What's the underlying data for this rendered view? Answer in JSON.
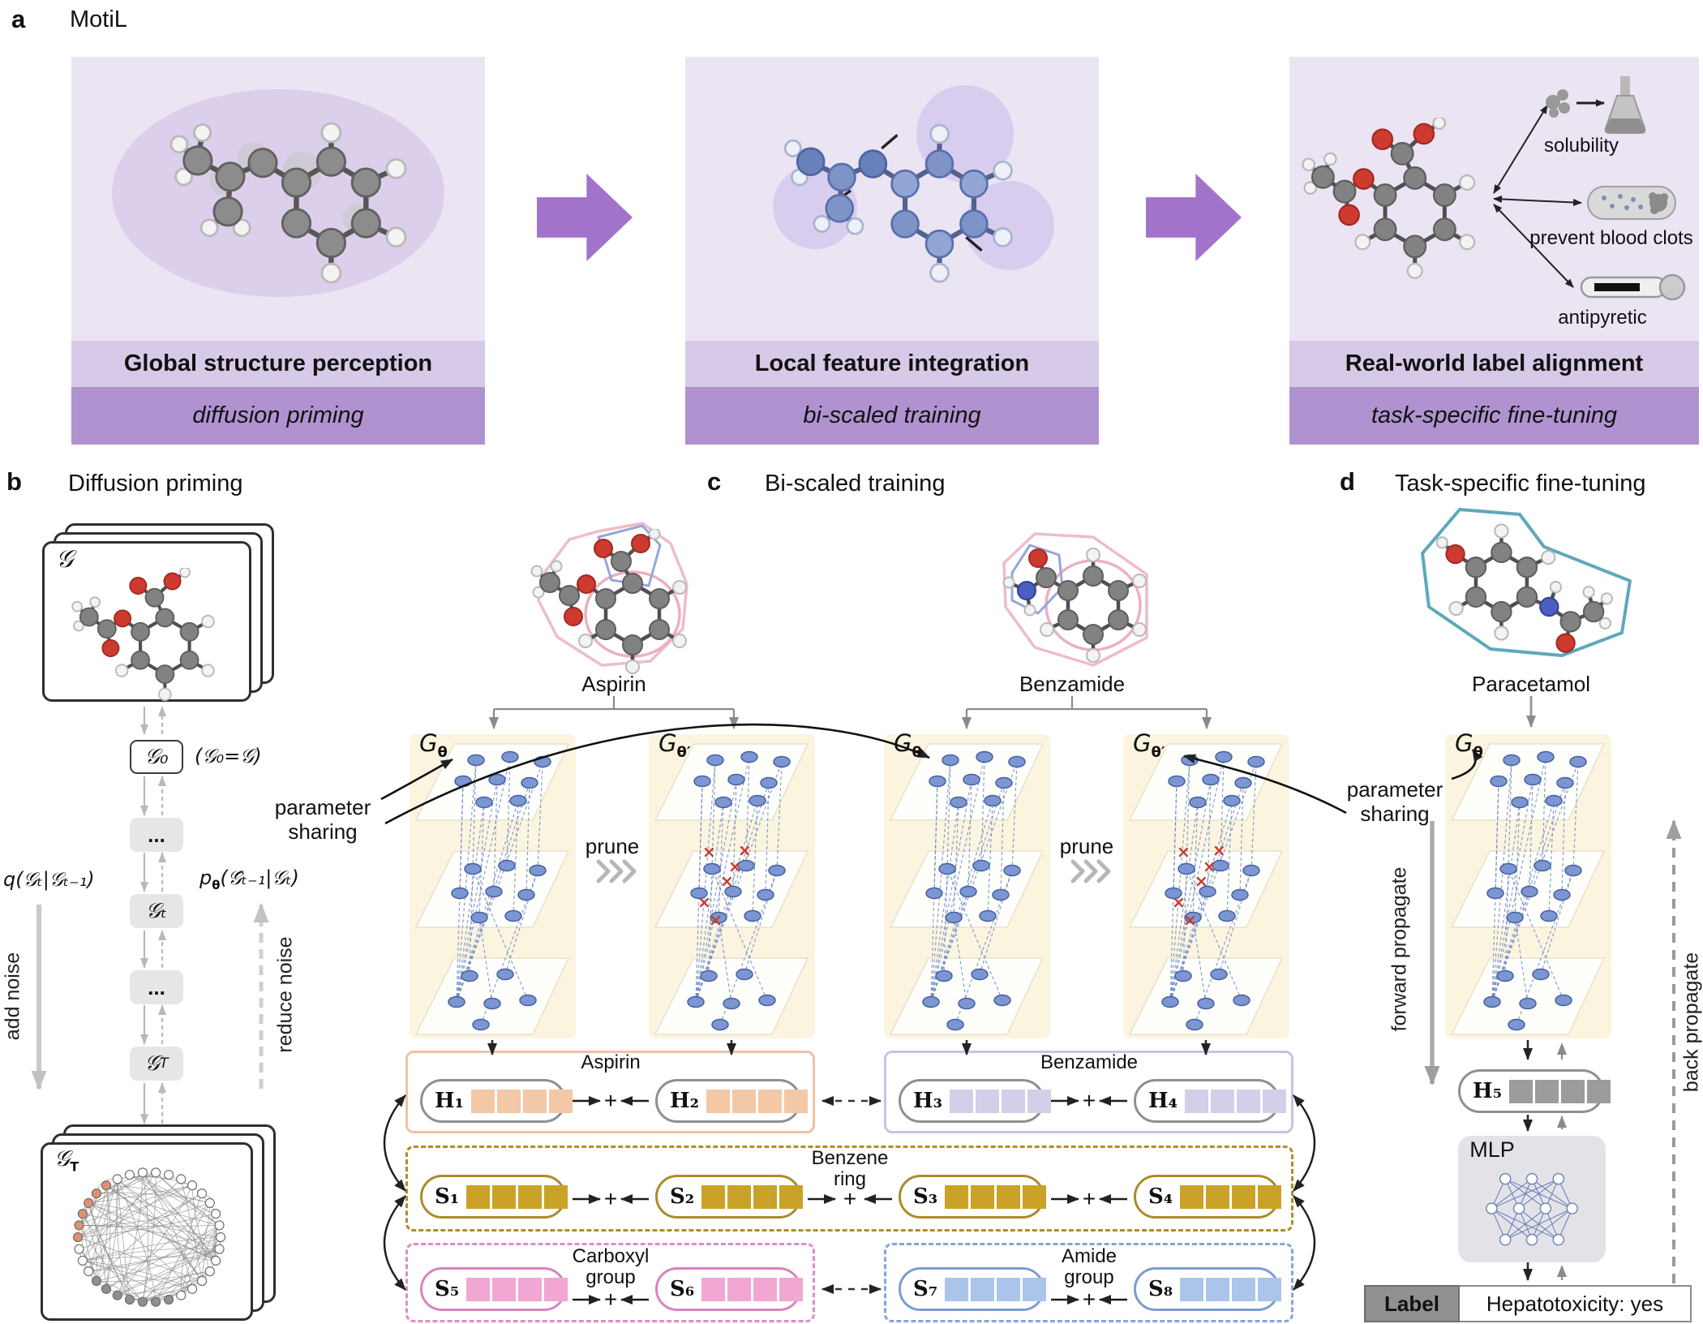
{
  "colors": {
    "stage_bg": "#ebe4f3",
    "stage_title_band": "#d7c9e8",
    "stage_subtitle_band": "#b092d1",
    "flow_arrow_purple": "#a273cb",
    "network_bg": "#fbf5e0",
    "node_blue": "#7b96d2",
    "prune_red": "#c43c30",
    "aspirin_box": "#f0c2a8",
    "benzamide_box": "#c7c3e5",
    "benzene_box": "#b08d28",
    "carboxyl_box": "#e08cc8",
    "amide_box": "#84a4dc",
    "h12_square": "#f3c8a7",
    "h34_square": "#d3cfe9",
    "s_benzene_square": "#c9a227",
    "s_carboxyl_square": "#f2a6d2",
    "s_amide_square": "#abc4ea",
    "h5_square": "#9c9c9c"
  },
  "panel_a": {
    "tag": "a",
    "title": "MotiL",
    "stages": [
      {
        "title": "Global structure perception",
        "subtitle": "diffusion priming"
      },
      {
        "title": "Local feature integration",
        "subtitle": "bi-scaled training"
      },
      {
        "title": "Real-world label alignment",
        "subtitle": "task-specific fine-tuning"
      }
    ],
    "applications": [
      "solubility",
      "prevent blood clots",
      "antipyretic"
    ]
  },
  "panel_b": {
    "tag": "b",
    "title": "Diffusion priming",
    "card_symbol": "𝒢",
    "flow": {
      "g0": "𝒢₀",
      "g0_note": "(𝒢₀=𝒢)",
      "dots1": "...",
      "gt": "𝒢ₜ",
      "dots2": "...",
      "gT_base": "𝒢",
      "gT_sub": "T"
    },
    "q_label": "q(𝒢ₜ|𝒢ₜ₋₁)",
    "p_base": "p",
    "p_sub": "θ",
    "p_args": "(𝒢̂ₜ₋₁|𝒢ₜ)",
    "add_noise": "add noise",
    "reduce_noise": "reduce noise",
    "noisy_base": "𝒢",
    "noisy_sub": "T"
  },
  "panel_c": {
    "tag": "c",
    "title": "Bi-scaled training",
    "molecule_labels": [
      "Aspirin",
      "Benzamide"
    ],
    "networks": [
      {
        "base": "G",
        "sub": "θ"
      },
      {
        "base": "G",
        "sub": "θ′"
      },
      {
        "base": "G",
        "sub": "θ"
      },
      {
        "base": "G",
        "sub": "θ′"
      }
    ],
    "prune": "prune",
    "param_share_line1": "parameter",
    "param_share_line2": "sharing",
    "h_labels": [
      "H₁",
      "H₂",
      "H₃",
      "H₄"
    ],
    "h_group_labels": [
      "Aspirin",
      "Benzamide"
    ],
    "s_labels": [
      "S₁",
      "S₂",
      "S₃",
      "S₄",
      "S₅",
      "S₆",
      "S₇",
      "S₈"
    ],
    "motif_labels": {
      "benzene1": "Benzene",
      "benzene2": "ring",
      "carboxyl1": "Carboxyl",
      "carboxyl2": "group",
      "amide1": "Amide",
      "amide2": "group"
    },
    "plus": "+"
  },
  "panel_d": {
    "tag": "d",
    "title": "Task-specific fine-tuning",
    "molecule_label": "Paracetamol",
    "network": {
      "base": "G",
      "sub": "θ"
    },
    "forward_label": "forward propagate",
    "back_label": "back propagate",
    "h_label": "H₅",
    "mlp_label": "MLP",
    "label_cell": "Label",
    "prediction": "Hepatotoxicity: yes"
  }
}
